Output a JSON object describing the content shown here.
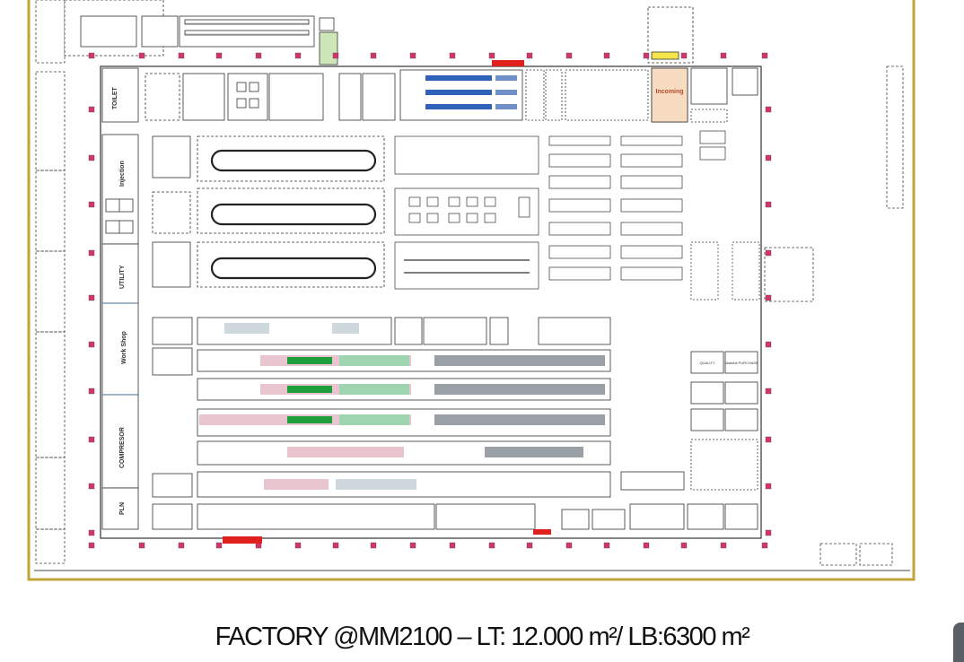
{
  "caption": "FACTORY @MM2100 – LT: 12.000 m²/  LB:6300 m²",
  "colors": {
    "frame": "#c2a53a",
    "line": "#3a3a3a",
    "pillar": "#d6336c",
    "door": "#e0201c",
    "incoming": "#f8dcc2",
    "machine_blue": "#2f62b8",
    "machine_green": "#1f9e3c",
    "machine_gray": "#9aa0a6",
    "yellow_tag": "#f2e64a",
    "green_box": "#cfe6b8"
  },
  "rooms": {
    "toilet": "TOILET",
    "injection": "Injection",
    "utility": "UTILITY",
    "workshop": "Work Shop",
    "compressor": "COMPRESOR",
    "pln": "PLN",
    "incoming": "Incoming",
    "quality": "QUALITY",
    "material_purchase": "Material PURCHASE"
  }
}
